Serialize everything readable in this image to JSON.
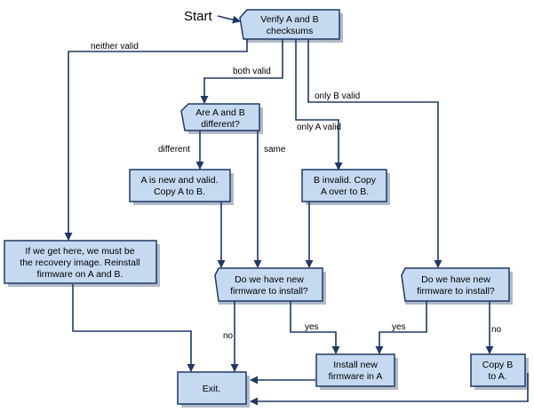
{
  "start_label": "Start",
  "nodes": {
    "verify": {
      "lines": [
        "Verify A and B",
        "checksums"
      ]
    },
    "different_q": {
      "lines": [
        "Are A and B",
        "different?"
      ]
    },
    "a_new": {
      "lines": [
        "A is new and valid.",
        "Copy A to B."
      ]
    },
    "b_invalid": {
      "lines": [
        "B invalid. Copy",
        "A over to B."
      ]
    },
    "recovery": {
      "lines": [
        "If we get here, we must be",
        "the recovery image. Reinstall",
        "firmware on A and B."
      ]
    },
    "new_fw_q1": {
      "lines": [
        "Do we have new",
        "firmware to install?"
      ]
    },
    "new_fw_q2": {
      "lines": [
        "Do we have new",
        "firmware to install?"
      ]
    },
    "install": {
      "lines": [
        "Install new",
        "firmware in A"
      ]
    },
    "copy_b": {
      "lines": [
        "Copy B",
        "to A."
      ]
    },
    "exit": {
      "lines": [
        "Exit."
      ]
    }
  },
  "edge_labels": {
    "neither_valid": "neither valid",
    "both_valid": "both valid",
    "only_b_valid": "only B valid",
    "only_a_valid": "only A valid",
    "different": "different",
    "same": "same",
    "no_1": "no",
    "yes_1": "yes",
    "yes_2": "yes",
    "no_2": "no"
  }
}
